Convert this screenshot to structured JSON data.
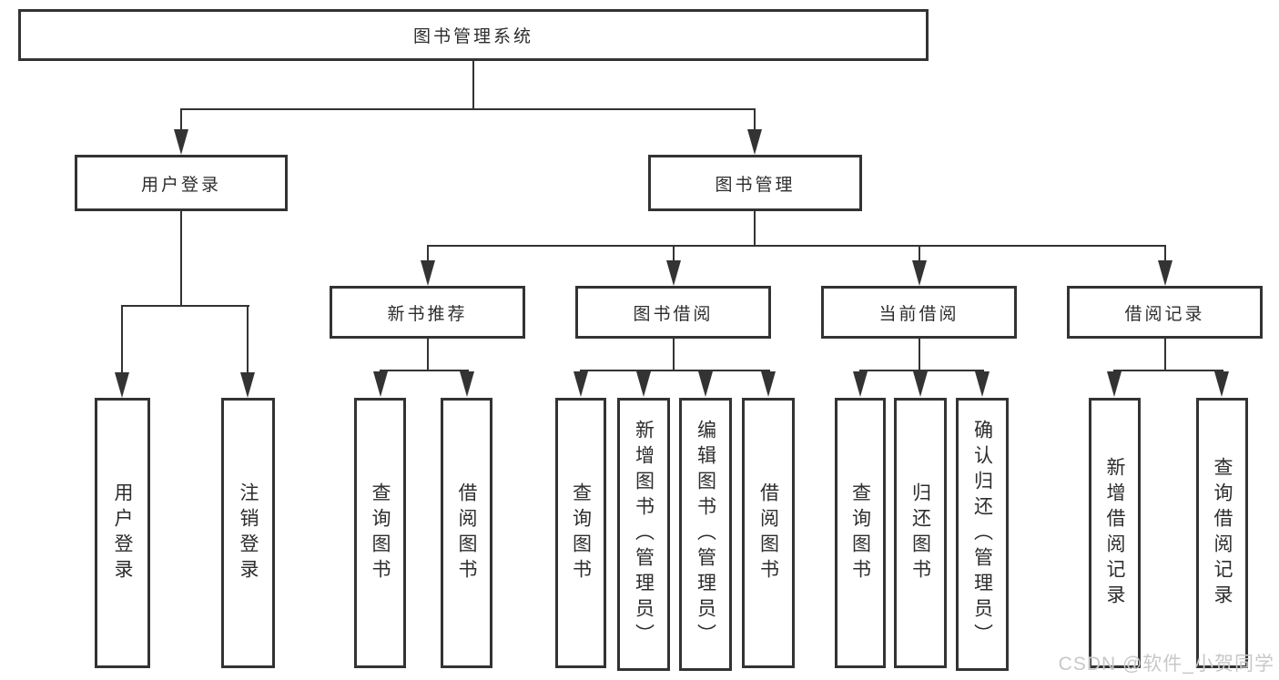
{
  "diagram": {
    "type": "hierarchy-tree",
    "tree": {
      "label": "图书管理系统",
      "children": [
        {
          "label": "用户登录",
          "children": [
            {
              "label": "用户登录"
            },
            {
              "label": "注销登录"
            }
          ]
        },
        {
          "label": "图书管理",
          "children": [
            {
              "label": "新书推荐",
              "children": [
                {
                  "label": "查询图书"
                },
                {
                  "label": "借阅图书"
                }
              ]
            },
            {
              "label": "图书借阅",
              "children": [
                {
                  "label": "查询图书"
                },
                {
                  "label": "新增图书（管理员）"
                },
                {
                  "label": "编辑图书（管理员）"
                },
                {
                  "label": "借阅图书"
                }
              ]
            },
            {
              "label": "当前借阅",
              "children": [
                {
                  "label": "查询图书"
                },
                {
                  "label": "归还图书"
                },
                {
                  "label": "确认归还（管理员）"
                }
              ]
            },
            {
              "label": "借阅记录",
              "children": [
                {
                  "label": "新增借阅记录"
                },
                {
                  "label": "查询借阅记录"
                }
              ]
            }
          ]
        }
      ]
    },
    "colors": {
      "line": "#333333",
      "text": "#2d2d2d",
      "box_background": "#ffffff"
    }
  },
  "watermark": {
    "text": "CSDN @软件_小贺同学",
    "color": "#c8c8c8"
  }
}
